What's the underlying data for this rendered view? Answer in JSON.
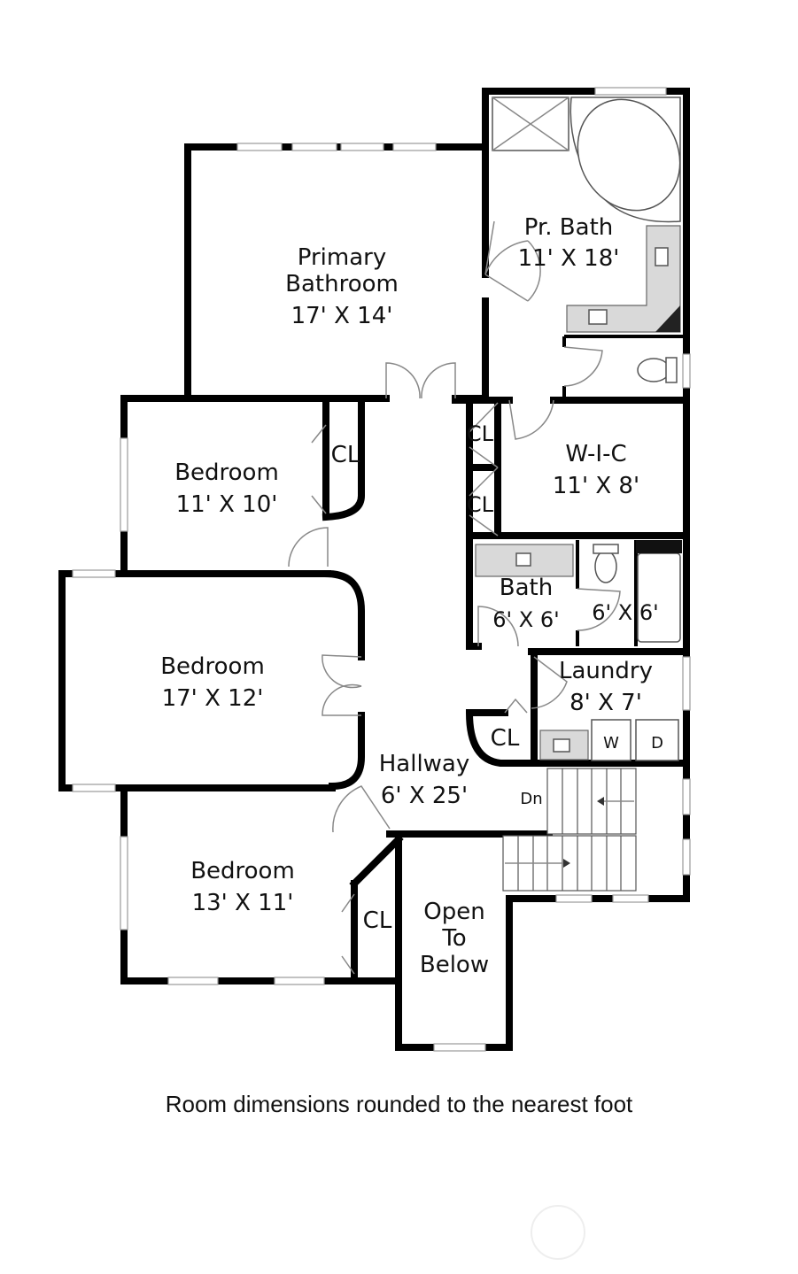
{
  "rooms": {
    "primary": {
      "name_line1": "Primary",
      "name_line2": "Bathroom",
      "dims": "17' X 14'"
    },
    "pr_bath": {
      "name": "Pr. Bath",
      "dims": "11' X 18'"
    },
    "bedroom_top": {
      "name": "Bedroom",
      "dims": "11' X 10'"
    },
    "wic": {
      "name": "W-I-C",
      "dims": "11' X 8'"
    },
    "bath": {
      "name": "Bath",
      "dims": "6' X 6'"
    },
    "bath_tub": {
      "dims": "6' X 6'"
    },
    "bedroom_mid": {
      "name": "Bedroom",
      "dims": "17' X 12'"
    },
    "laundry": {
      "name": "Laundry",
      "dims": "8' X 7'"
    },
    "hallway": {
      "name": "Hallway",
      "dims": "6' X 25'"
    },
    "bedroom_bot": {
      "name": "Bedroom",
      "dims": "13' X 11'"
    },
    "open_below": {
      "line1": "Open",
      "line2": "To",
      "line3": "Below"
    }
  },
  "closets": {
    "label": "CL"
  },
  "appliances": {
    "washer": "W",
    "dryer": "D"
  },
  "stairs": {
    "label": "Dn"
  },
  "caption": "Room dimensions rounded to the nearest foot"
}
